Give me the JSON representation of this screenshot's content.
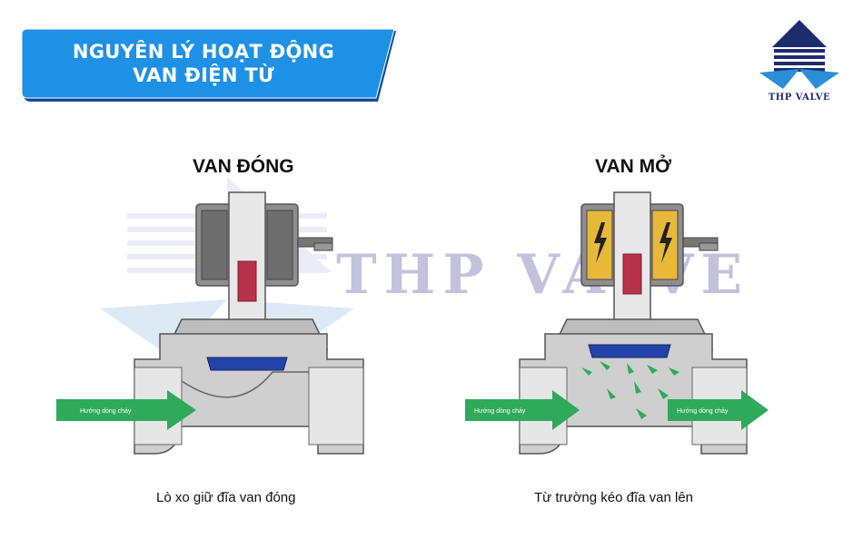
{
  "banner": {
    "line1": "NGUYÊN LÝ HOẠT ĐỘNG",
    "line2": "VAN ĐIỆN TỪ",
    "color": "#1e90e6"
  },
  "logo": {
    "text": "THP VALVE",
    "color": "#1e2c6e"
  },
  "watermark": {
    "text": "THP VALVE"
  },
  "panels": [
    {
      "title": "VAN ĐÓNG",
      "caption": "Lò xo giữ đĩa van đóng",
      "flow_label": "Hướng dòng chảy",
      "coil_state": "off"
    },
    {
      "title": "VAN MỞ",
      "caption": "Từ trường kéo đĩa van lên",
      "flow_label_in": "Hướng dòng chảy",
      "flow_label_out": "Hướng dòng chảy",
      "coil_state": "energized"
    }
  ],
  "colors": {
    "flow_arrow": "#2eaa5a",
    "disc": "#2244aa",
    "plunger": "#b8324a",
    "coil_active": "#e8b83a",
    "body": "#c8c8c8"
  }
}
